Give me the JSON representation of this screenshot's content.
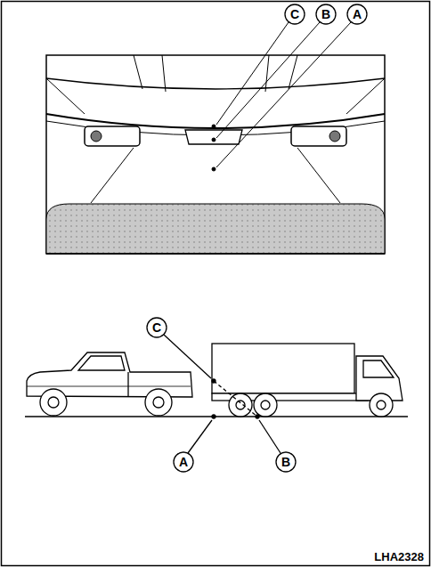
{
  "diagram": {
    "labels": [
      "C",
      "B",
      "A",
      "C",
      "A",
      "B",
      "LHA2328"
    ]
  }
}
